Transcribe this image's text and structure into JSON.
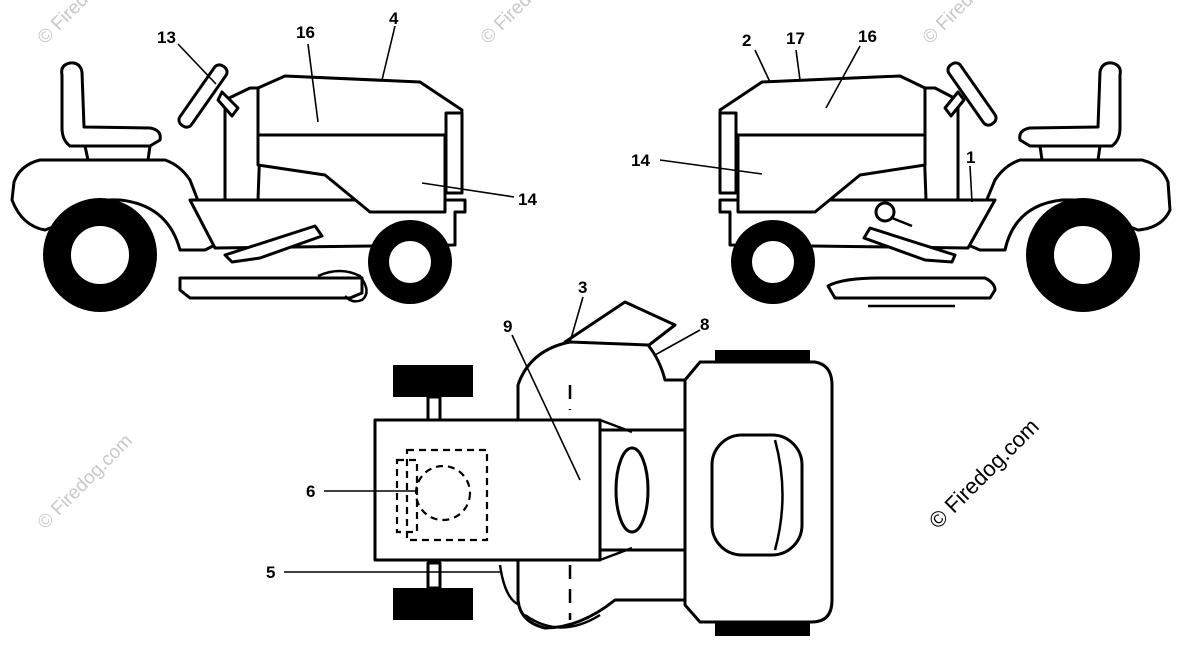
{
  "watermarks": {
    "small": "© Firedog.com",
    "main": "© Firedog.com"
  },
  "callouts": {
    "left": {
      "c13": "13",
      "c16": "16",
      "c4": "4",
      "c14": "14"
    },
    "right": {
      "c2": "2",
      "c17": "17",
      "c16": "16",
      "c14": "14",
      "c1": "1"
    },
    "top": {
      "c3": "3",
      "c8": "8",
      "c9": "9",
      "c6": "6",
      "c5": "5"
    }
  }
}
